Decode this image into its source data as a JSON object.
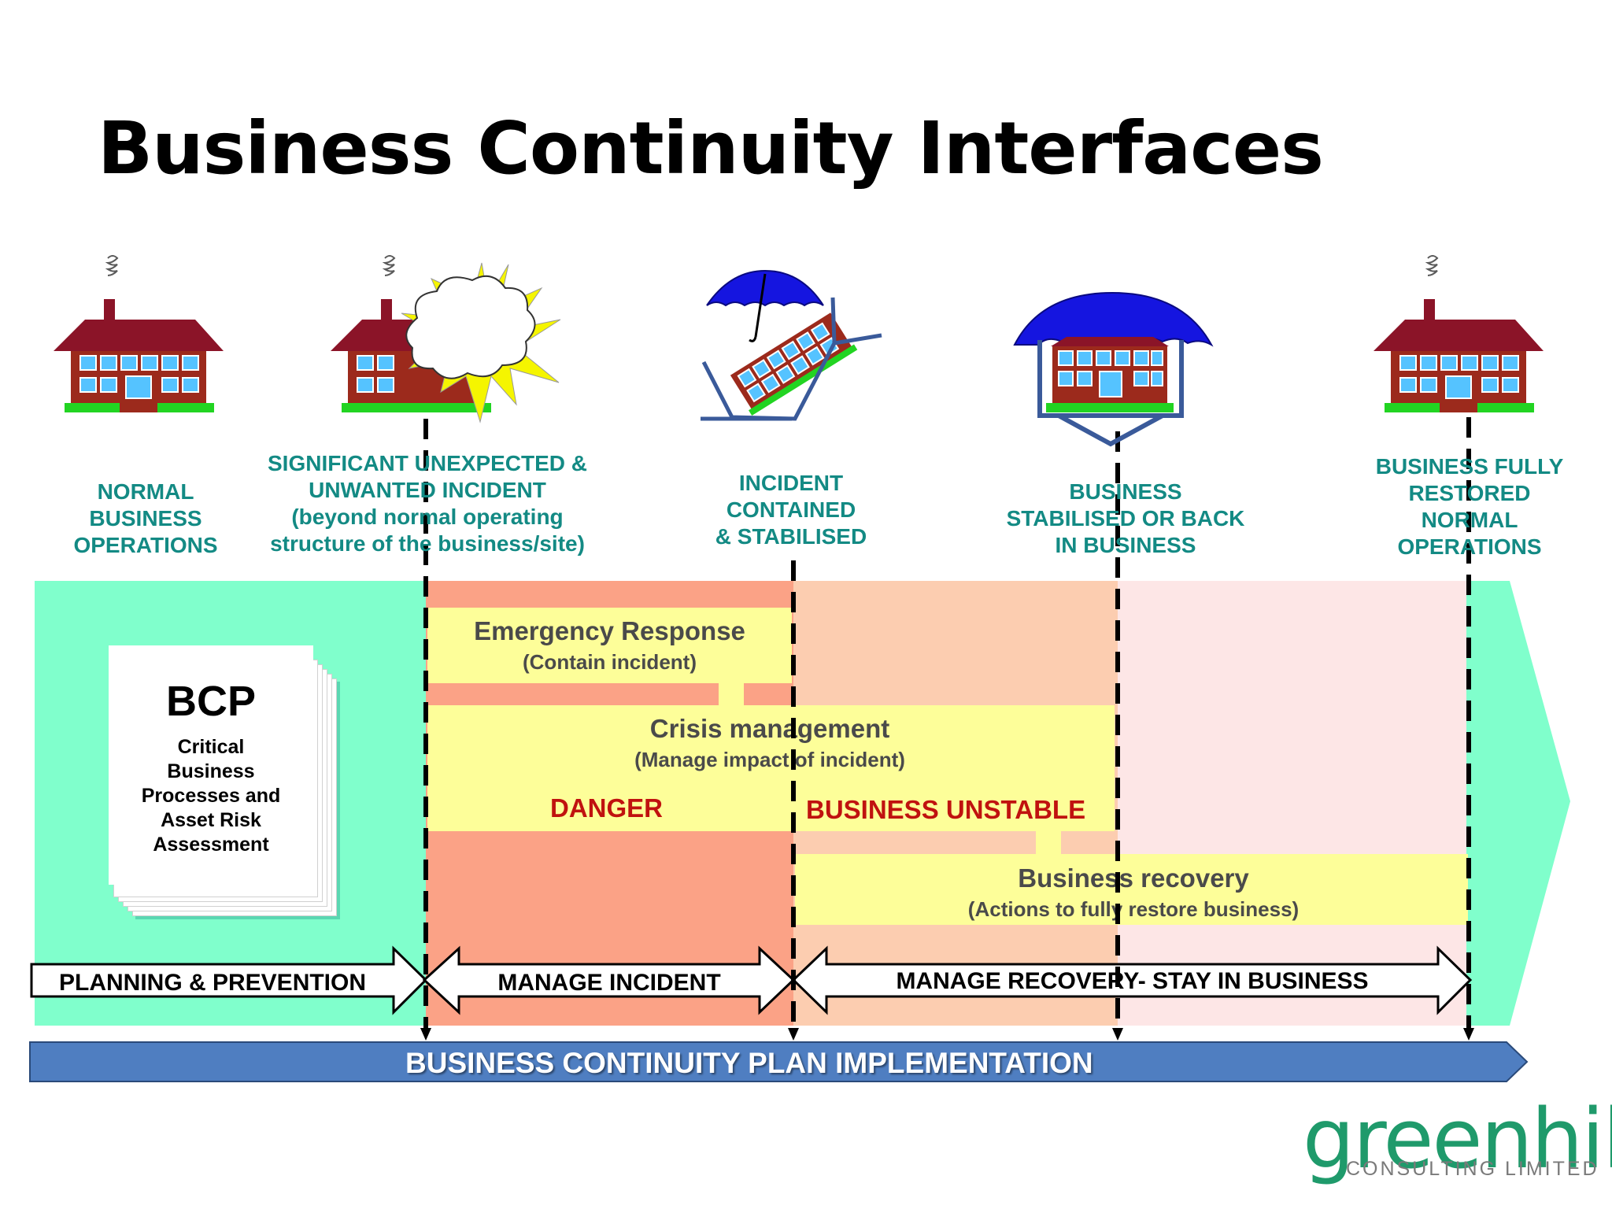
{
  "title": "Business Continuity Interfaces",
  "stages": [
    {
      "lines": [
        "NORMAL",
        "BUSINESS",
        "OPERATIONS"
      ]
    },
    {
      "lines": [
        "SIGNIFICANT UNEXPECTED &",
        "UNWANTED INCIDENT",
        "(beyond normal operating",
        "structure of the business/site)"
      ]
    },
    {
      "lines": [
        "INCIDENT",
        "CONTAINED",
        "& STABILISED"
      ]
    },
    {
      "lines": [
        "BUSINESS",
        "STABILISED OR BACK",
        "IN BUSINESS"
      ]
    },
    {
      "lines": [
        "BUSINESS FULLY",
        "RESTORED",
        "NORMAL",
        "OPERATIONS"
      ]
    }
  ],
  "bcp": {
    "title": "BCP",
    "subtitle": [
      "Critical",
      "Business",
      "Processes and",
      "Asset Risk",
      "Assessment"
    ]
  },
  "boxes": {
    "emergency": {
      "title": "Emergency Response",
      "sub": "(Contain incident)"
    },
    "crisis": {
      "title": "Crisis management",
      "sub": "(Manage impact of incident)"
    },
    "recovery": {
      "title": "Business recovery",
      "sub": "(Actions to fully restore business)"
    }
  },
  "status": {
    "danger": "DANGER",
    "unstable": "BUSINESS UNSTABLE"
  },
  "phase_arrows": {
    "planning": "PLANNING & PREVENTION",
    "manage_incident": "MANAGE INCIDENT",
    "manage_recovery": "MANAGE RECOVERY- STAY IN BUSINESS"
  },
  "implementation": "BUSINESS CONTINUITY PLAN IMPLEMENTATION",
  "logo": {
    "main": "greenhill",
    "sub": "CONSULTING LIMITED"
  },
  "colors": {
    "mint": "#80ffcc",
    "salmon_dark": "#fba286",
    "salmon_light": "#fccdb0",
    "pink": "#fde6e6",
    "yellow_box": "#fdfe99",
    "label_teal": "#138a84",
    "impl_bar": "#4f7ec1",
    "danger_red": "#c0120f",
    "umbrella_blue": "#1515e0"
  }
}
